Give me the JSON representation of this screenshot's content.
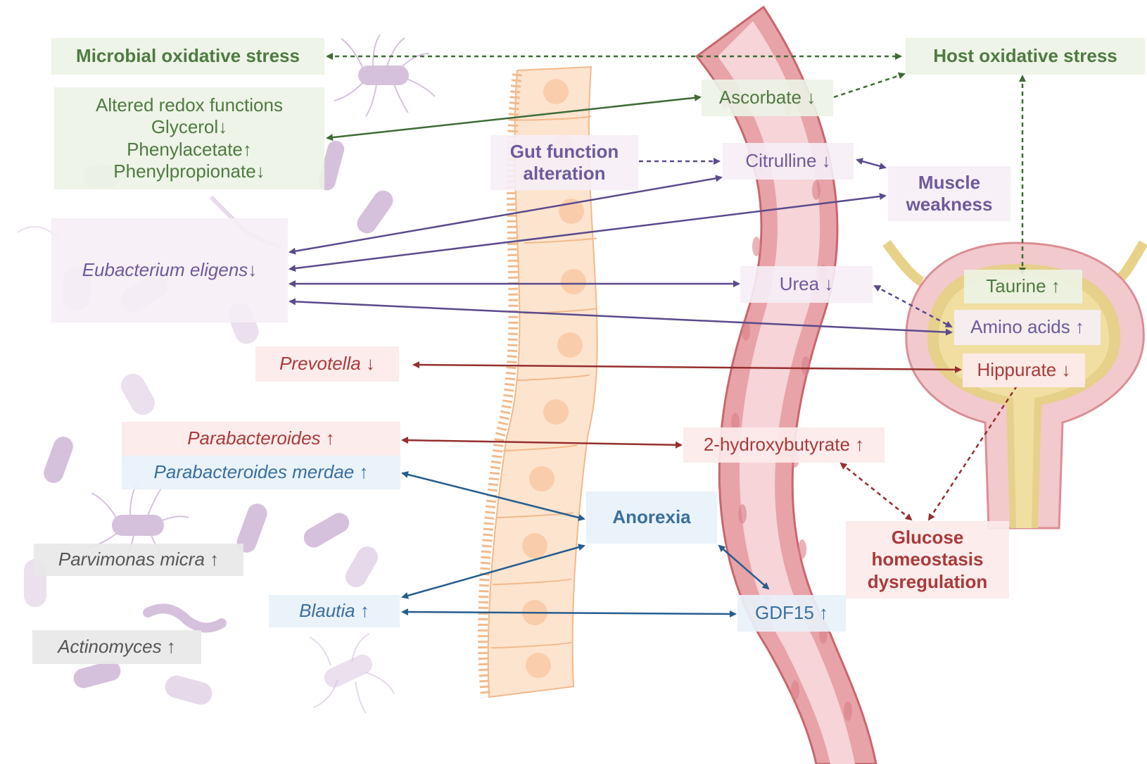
{
  "nodes": {
    "microbial_oxidative_stress": "Microbial oxidative stress",
    "host_oxidative_stress": "Host oxidative stress",
    "altered_redox": {
      "title": "Altered redox functions",
      "glycerol": "Glycerol↓",
      "phenylacetate": "Phenylacetate↑",
      "phenylpropionate": "Phenylpropionate↓"
    },
    "ascorbate": "Ascorbate ↓",
    "gut_function_alteration": [
      "Gut function",
      "alteration"
    ],
    "citrulline": "Citrulline ↓",
    "muscle_weakness": [
      "Muscle",
      "weakness"
    ],
    "eubacterium_eligens": "Eubacterium eligens↓",
    "urea": "Urea ↓",
    "taurine": "Taurine ↑",
    "amino_acids": "Amino acids ↑",
    "hippurate": "Hippurate ↓",
    "prevotella": "Prevotella ↓",
    "parabacteroides": "Parabacteroides ↑",
    "parabacteroides_merdae": "Parabacteroides merdae ↑",
    "hydroxybutyrate": "2-hydroxybutyrate ↑",
    "anorexia": "Anorexia",
    "glucose_dysregulation": [
      "Glucose",
      "homeostasis",
      "dysregulation"
    ],
    "parvimonas_micra": "Parvimonas micra ↑",
    "blautia": "Blautia ↑",
    "gdf15": "GDF15 ↑",
    "actinomyces": "Actinomyces ↑"
  },
  "colors": {
    "green": "#4f7a42",
    "purple": "#6e5a9c",
    "red": "#a93a3a",
    "blue": "#3a6f9f",
    "gray": "#555555"
  }
}
